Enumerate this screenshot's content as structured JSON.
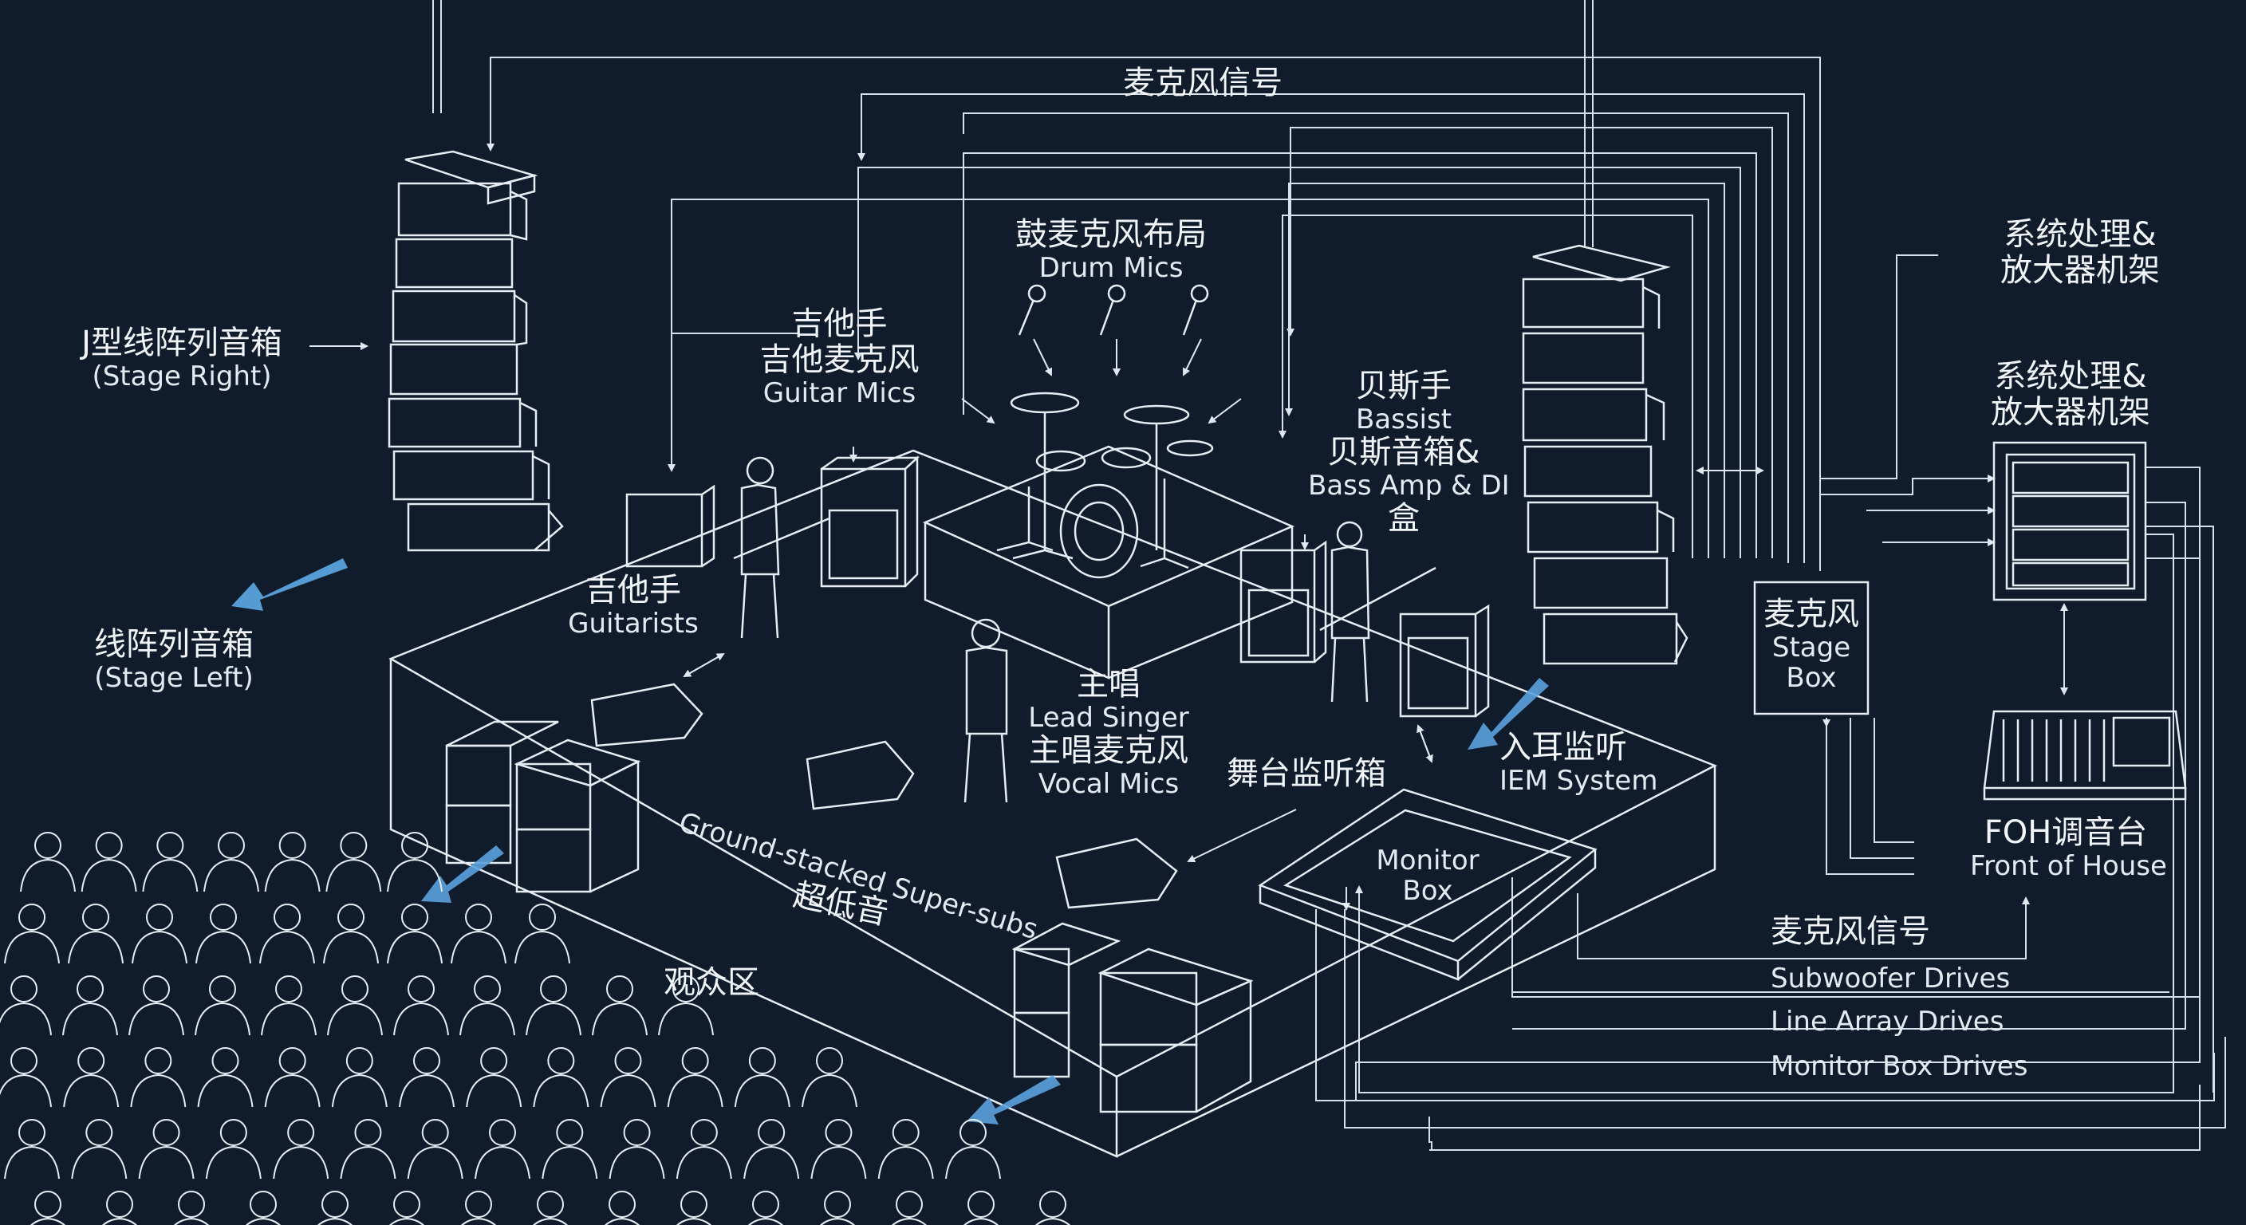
{
  "labels": {
    "mic_signal_top": "麦克风信号",
    "drum_mics_zh": "鼓麦克风布局",
    "drum_mics_en": "Drum Mics",
    "guitarist_zh": "吉他手",
    "guitar_mics_zh": "吉他麦克风",
    "guitar_mics_en": "Guitar Mics",
    "j_array_zh": "J型线阵列音箱",
    "j_array_en": "(Stage Right)",
    "line_array_zh": "线阵列音箱",
    "line_array_en": "(Stage Left)",
    "guitarists_zh": "吉他手",
    "guitarists_en": "Guitarists",
    "bassist_zh": "贝斯手",
    "bassist_en": "Bassist",
    "bass_amp_zh": "贝斯音箱&",
    "bass_amp_en": "Bass Amp & DI",
    "bass_amp_zh2": "盒",
    "lead_zh": "主唱",
    "lead_en": "Lead Singer",
    "vocal_zh": "主唱麦克风",
    "vocal_en": "Vocal Mics",
    "monitor_wedge_zh": "舞台监听箱",
    "iem_zh": "入耳监听",
    "iem_en": "IEM System",
    "stage_box_zh": "麦克风",
    "stage_box_en1": "Stage",
    "stage_box_en2": "Box",
    "sys_top_zh1": "系统处理&",
    "sys_top_zh2": "放大器机架",
    "sys_rack_zh1": "系统处理&",
    "sys_rack_zh2": "放大器机架",
    "foh_zh": "FOH调音台",
    "foh_en": "Front of House",
    "monitor_box_en1": "Monitor",
    "monitor_box_en2": "Box",
    "subs_en": "Ground-stacked Super-subs",
    "subs_zh": "超低音",
    "audience_zh": "观众区",
    "mic_signal_bottom": "麦克风信号",
    "sub_drives": "Subwoofer Drives",
    "line_drives": "Line Array Drives",
    "monitor_drives": "Monitor Box Drives"
  },
  "colors": {
    "background": "#101b2b",
    "line": "#e8eef5",
    "signal": "#5a9fd4",
    "arrow_glow": "#4d8fd0"
  }
}
